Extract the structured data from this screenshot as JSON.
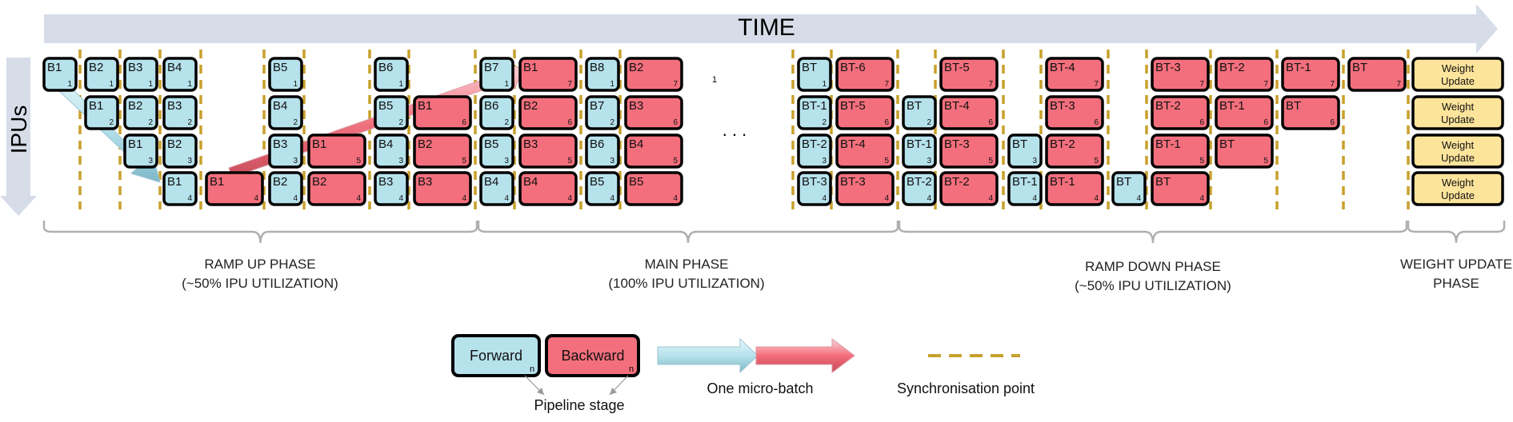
{
  "time_label": "TIME",
  "ipus_label": "IPUs",
  "colors": {
    "forward": "#b6e2ec",
    "backward": "#f46f7d",
    "weight_update": "#fde49b",
    "sync": "#c8a02c",
    "axis_arrow": "#d6dde8",
    "brace": "#b0b0b0"
  },
  "dots": ". . .",
  "stray_mark": "1",
  "blocks": [
    {
      "kind": "fwd",
      "ipu": 1,
      "label": "B1",
      "sub": "1"
    },
    {
      "kind": "fwd",
      "ipu": 1,
      "label": "B2",
      "sub": "1"
    },
    {
      "kind": "fwd",
      "ipu": 1,
      "label": "B3",
      "sub": "1"
    },
    {
      "kind": "fwd",
      "ipu": 1,
      "label": "B4",
      "sub": "1"
    },
    {
      "kind": "fwd",
      "ipu": 1,
      "label": "B5",
      "sub": "1"
    },
    {
      "kind": "fwd",
      "ipu": 1,
      "label": "B6",
      "sub": "1"
    },
    {
      "kind": "fwd",
      "ipu": 1,
      "label": "B7",
      "sub": "1"
    },
    {
      "kind": "bwd",
      "ipu": 1,
      "label": "B1",
      "sub": "7"
    },
    {
      "kind": "fwd",
      "ipu": 1,
      "label": "B8",
      "sub": "1"
    },
    {
      "kind": "bwd",
      "ipu": 1,
      "label": "B2",
      "sub": "7"
    },
    {
      "kind": "fwd",
      "ipu": 1,
      "label": "BT",
      "sub": "1"
    },
    {
      "kind": "bwd",
      "ipu": 1,
      "label": "BT-6",
      "sub": "7"
    },
    {
      "kind": "bwd",
      "ipu": 1,
      "label": "BT-5",
      "sub": "7"
    },
    {
      "kind": "bwd",
      "ipu": 1,
      "label": "BT-4",
      "sub": "7"
    },
    {
      "kind": "bwd",
      "ipu": 1,
      "label": "BT-3",
      "sub": "7"
    },
    {
      "kind": "bwd",
      "ipu": 1,
      "label": "BT-2",
      "sub": "7"
    },
    {
      "kind": "bwd",
      "ipu": 1,
      "label": "BT-1",
      "sub": "7"
    },
    {
      "kind": "bwd",
      "ipu": 1,
      "label": "BT",
      "sub": "7"
    },
    {
      "kind": "fwd",
      "ipu": 2,
      "label": "B1",
      "sub": "2"
    },
    {
      "kind": "fwd",
      "ipu": 2,
      "label": "B2",
      "sub": "2"
    },
    {
      "kind": "fwd",
      "ipu": 2,
      "label": "B3",
      "sub": "2"
    },
    {
      "kind": "fwd",
      "ipu": 2,
      "label": "B4",
      "sub": "2"
    },
    {
      "kind": "fwd",
      "ipu": 2,
      "label": "B5",
      "sub": "2"
    },
    {
      "kind": "bwd",
      "ipu": 2,
      "label": "B1",
      "sub": "6"
    },
    {
      "kind": "fwd",
      "ipu": 2,
      "label": "B6",
      "sub": "2"
    },
    {
      "kind": "bwd",
      "ipu": 2,
      "label": "B2",
      "sub": "6"
    },
    {
      "kind": "fwd",
      "ipu": 2,
      "label": "B7",
      "sub": "2"
    },
    {
      "kind": "bwd",
      "ipu": 2,
      "label": "B3",
      "sub": "6"
    },
    {
      "kind": "fwd",
      "ipu": 2,
      "label": "BT-1",
      "sub": "2"
    },
    {
      "kind": "bwd",
      "ipu": 2,
      "label": "BT-5",
      "sub": "6"
    },
    {
      "kind": "fwd",
      "ipu": 2,
      "label": "BT",
      "sub": "2"
    },
    {
      "kind": "bwd",
      "ipu": 2,
      "label": "BT-4",
      "sub": "6"
    },
    {
      "kind": "bwd",
      "ipu": 2,
      "label": "BT-3",
      "sub": "6"
    },
    {
      "kind": "bwd",
      "ipu": 2,
      "label": "BT-2",
      "sub": "6"
    },
    {
      "kind": "bwd",
      "ipu": 2,
      "label": "BT-1",
      "sub": "6"
    },
    {
      "kind": "bwd",
      "ipu": 2,
      "label": "BT",
      "sub": "6"
    },
    {
      "kind": "fwd",
      "ipu": 3,
      "label": "B1",
      "sub": "3"
    },
    {
      "kind": "fwd",
      "ipu": 3,
      "label": "B2",
      "sub": "3"
    },
    {
      "kind": "fwd",
      "ipu": 3,
      "label": "B3",
      "sub": "3"
    },
    {
      "kind": "bwd",
      "ipu": 3,
      "label": "B1",
      "sub": "5"
    },
    {
      "kind": "fwd",
      "ipu": 3,
      "label": "B4",
      "sub": "3"
    },
    {
      "kind": "bwd",
      "ipu": 3,
      "label": "B2",
      "sub": "5"
    },
    {
      "kind": "fwd",
      "ipu": 3,
      "label": "B5",
      "sub": "3"
    },
    {
      "kind": "bwd",
      "ipu": 3,
      "label": "B3",
      "sub": "5"
    },
    {
      "kind": "fwd",
      "ipu": 3,
      "label": "B6",
      "sub": "3"
    },
    {
      "kind": "bwd",
      "ipu": 3,
      "label": "B4",
      "sub": "5"
    },
    {
      "kind": "fwd",
      "ipu": 3,
      "label": "BT-2",
      "sub": "3"
    },
    {
      "kind": "bwd",
      "ipu": 3,
      "label": "BT-4",
      "sub": "5"
    },
    {
      "kind": "fwd",
      "ipu": 3,
      "label": "BT-1",
      "sub": "3"
    },
    {
      "kind": "bwd",
      "ipu": 3,
      "label": "BT-3",
      "sub": "5"
    },
    {
      "kind": "fwd",
      "ipu": 3,
      "label": "BT",
      "sub": "3"
    },
    {
      "kind": "bwd",
      "ipu": 3,
      "label": "BT-2",
      "sub": "5"
    },
    {
      "kind": "bwd",
      "ipu": 3,
      "label": "BT-1",
      "sub": "5"
    },
    {
      "kind": "bwd",
      "ipu": 3,
      "label": "BT",
      "sub": "5"
    },
    {
      "kind": "fwd",
      "ipu": 4,
      "label": "B1",
      "sub": "4"
    },
    {
      "kind": "bwd",
      "ipu": 4,
      "label": "B1",
      "sub": "4"
    },
    {
      "kind": "fwd",
      "ipu": 4,
      "label": "B2",
      "sub": "4"
    },
    {
      "kind": "bwd",
      "ipu": 4,
      "label": "B2",
      "sub": "4"
    },
    {
      "kind": "fwd",
      "ipu": 4,
      "label": "B3",
      "sub": "4"
    },
    {
      "kind": "bwd",
      "ipu": 4,
      "label": "B3",
      "sub": "4"
    },
    {
      "kind": "fwd",
      "ipu": 4,
      "label": "B4",
      "sub": "4"
    },
    {
      "kind": "bwd",
      "ipu": 4,
      "label": "B4",
      "sub": "4"
    },
    {
      "kind": "fwd",
      "ipu": 4,
      "label": "B5",
      "sub": "4"
    },
    {
      "kind": "bwd",
      "ipu": 4,
      "label": "B5",
      "sub": "4"
    },
    {
      "kind": "fwd",
      "ipu": 4,
      "label": "BT-3",
      "sub": "4"
    },
    {
      "kind": "bwd",
      "ipu": 4,
      "label": "BT-3",
      "sub": "4"
    },
    {
      "kind": "fwd",
      "ipu": 4,
      "label": "BT-2",
      "sub": "4"
    },
    {
      "kind": "bwd",
      "ipu": 4,
      "label": "BT-2",
      "sub": "4"
    },
    {
      "kind": "fwd",
      "ipu": 4,
      "label": "BT-1",
      "sub": "4"
    },
    {
      "kind": "bwd",
      "ipu": 4,
      "label": "BT-1",
      "sub": "4"
    },
    {
      "kind": "fwd",
      "ipu": 4,
      "label": "BT",
      "sub": "4"
    },
    {
      "kind": "bwd",
      "ipu": 4,
      "label": "BT",
      "sub": "4"
    }
  ],
  "weight_update": {
    "line1": "Weight",
    "line2": "Update",
    "count": 4
  },
  "phases": [
    {
      "line1": "RAMP UP PHASE",
      "line2": "(~50% IPU UTILIZATION)"
    },
    {
      "line1": "MAIN PHASE",
      "line2": "(100% IPU UTILIZATION)"
    },
    {
      "line1": "RAMP DOWN PHASE",
      "line2": "(~50% IPU UTILIZATION)"
    },
    {
      "line1": "WEIGHT UPDATE",
      "line2": "PHASE"
    }
  ],
  "legend": {
    "forward": "Forward",
    "backward": "Backward",
    "sub": "n",
    "pipeline_stage": "Pipeline stage",
    "micro_batch": "One micro-batch",
    "sync": "Synchronisation point"
  }
}
